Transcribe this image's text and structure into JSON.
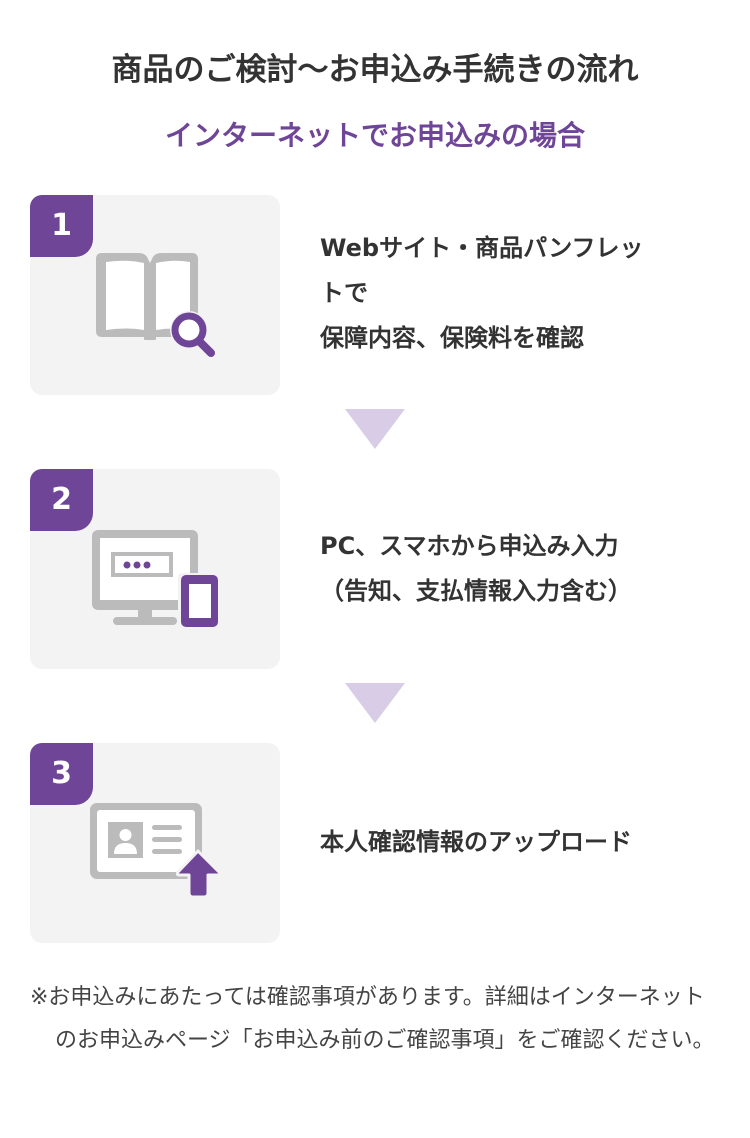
{
  "header": {
    "title": "商品のご検討〜お申込み手続きの流れ",
    "subtitle": "インターネットでお申込みの場合"
  },
  "colors": {
    "accent": "#6f4597",
    "arrow": "#d8cce6",
    "card_bg": "#f3f3f3",
    "icon_gray": "#bbbbbb",
    "text": "#333333"
  },
  "steps": [
    {
      "number": "1",
      "icon": "book-search-icon",
      "lines": [
        "Webサイト・商品パンフレッ",
        "トで",
        "保障内容、保険料を確認"
      ]
    },
    {
      "number": "2",
      "icon": "computer-smartphone-icon",
      "lines": [
        "PC、スマホから申込み入力",
        "（告知、支払情報入力含む）"
      ]
    },
    {
      "number": "3",
      "icon": "id-card-upload-icon",
      "lines": [
        "本人確認情報のアップロード"
      ]
    }
  ],
  "note": "※お申込みにあたっては確認事項があります。詳細はインターネットのお申込みページ「お申込み前のご確認事項」をご確認ください。"
}
